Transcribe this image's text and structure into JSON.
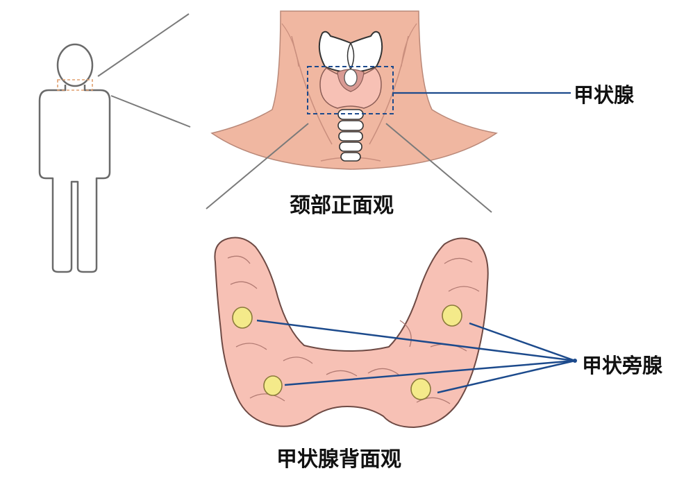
{
  "labels": {
    "thyroid": "甲状腺",
    "front_view": "颈部正面观",
    "parathyroid": "甲状旁腺",
    "back_view": "甲状腺背面观"
  },
  "colors": {
    "skin": "#F0B7A1",
    "skin_edge": "#B98878",
    "thyroid_tissue": "#F7C1B5",
    "thyroid_edge": "#8A5C55",
    "cartilage": "#FFFFFF",
    "parathyroid_gland": "#F4EA8A",
    "leader_line": "#1C4A8C",
    "zoom_line": "#7A7A7A",
    "body_outline": "#6A6A6A",
    "highlight_box": "#E0A070"
  }
}
